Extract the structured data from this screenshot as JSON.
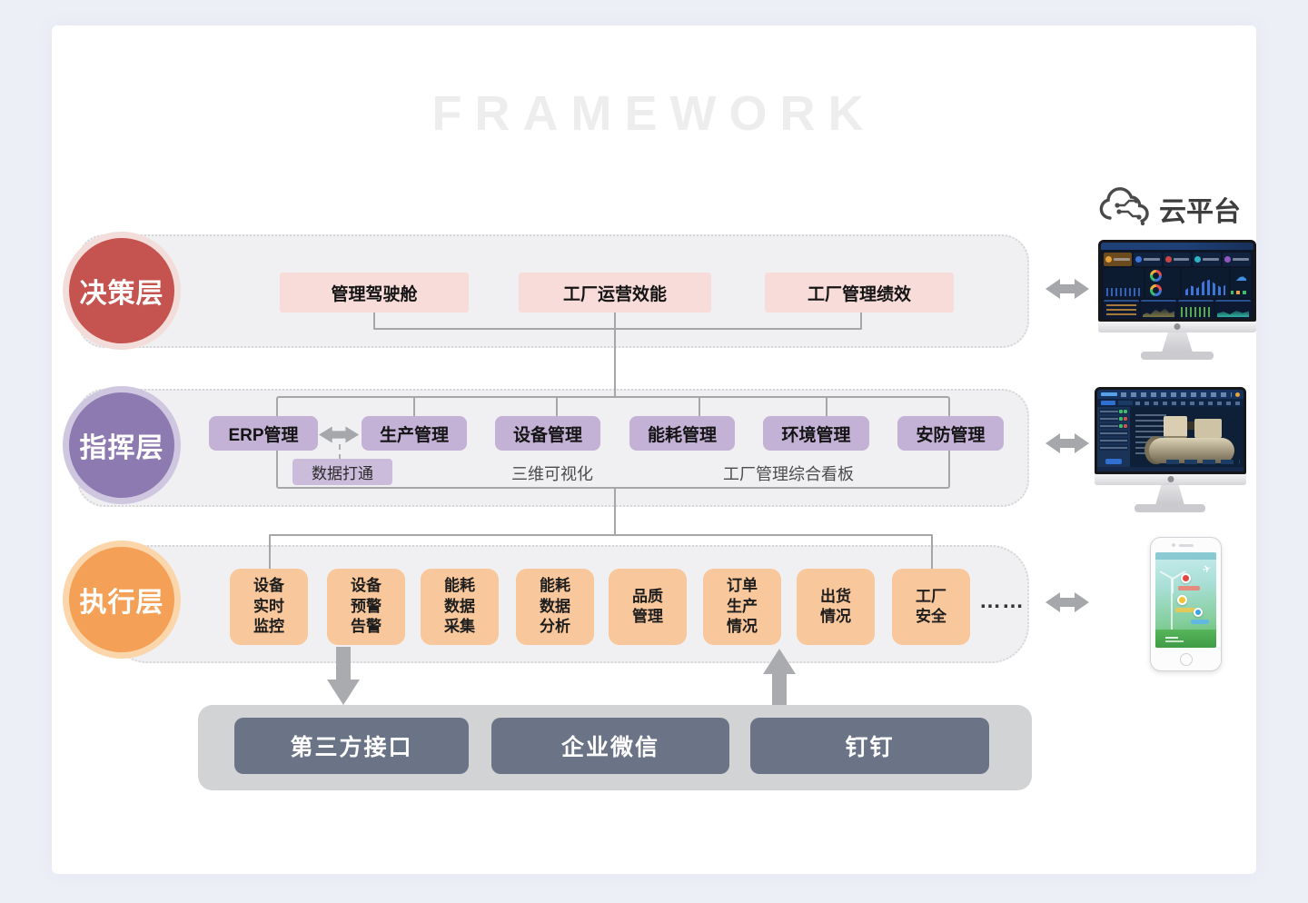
{
  "watermark": "FRAMEWORK",
  "cloud_platform": {
    "label": "云平台"
  },
  "decision_layer": {
    "circle": "决策层",
    "boxes": [
      "管理驾驶舱",
      "工厂运营效能",
      "工厂管理绩效"
    ]
  },
  "command_layer": {
    "circle": "指挥层",
    "boxes": [
      "ERP管理",
      "生产管理",
      "设备管理",
      "能耗管理",
      "环境管理",
      "安防管理"
    ],
    "data_link_box": "数据打通",
    "caption_3d": "三维可视化",
    "caption_dashboard": "工厂管理综合看板"
  },
  "execution_layer": {
    "circle": "执行层",
    "boxes": [
      "设备\n实时\n监控",
      "设备\n预警\n告警",
      "能耗\n数据\n采集",
      "能耗\n数据\n分析",
      "品质\n管理",
      "订单\n生产\n情况",
      "出货\n情况",
      "工厂\n安全"
    ],
    "ellipsis": "……"
  },
  "integration_bar": {
    "buttons": [
      "第三方接口",
      "企业微信",
      "钉钉"
    ]
  },
  "colors": {
    "page_background": "#edeff7",
    "decision_circle": "#c5534f",
    "command_circle": "#8d7ab0",
    "execution_circle": "#f5a057",
    "decision_box": "#f7dcd9",
    "command_box": "#c3b1d6",
    "execution_box": "#f8c79b",
    "integration_button": "#6b7486",
    "layer_band": "#f0f0f2",
    "connector": "#a6a6a6"
  }
}
